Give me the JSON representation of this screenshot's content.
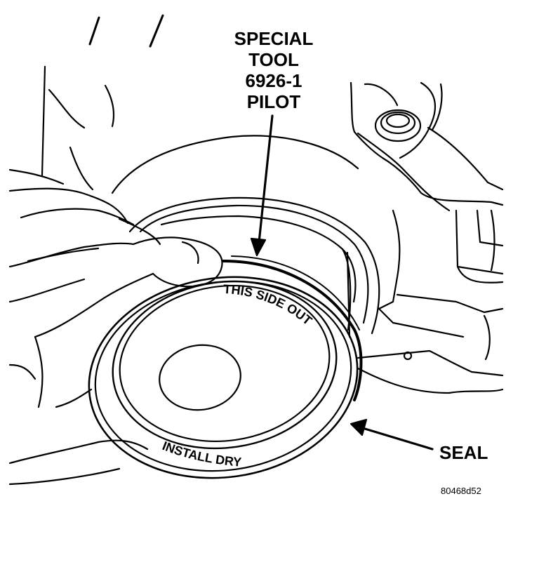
{
  "callouts": {
    "tool_line1": "SPECIAL",
    "tool_line2": "TOOL",
    "tool_line3": "6926-1",
    "tool_line4": "PILOT",
    "seal": "SEAL"
  },
  "seal_markings": {
    "outer_face": "THIS SIDE OUT",
    "edge": "INSTALL DRY"
  },
  "reference_code": "80468d52"
}
